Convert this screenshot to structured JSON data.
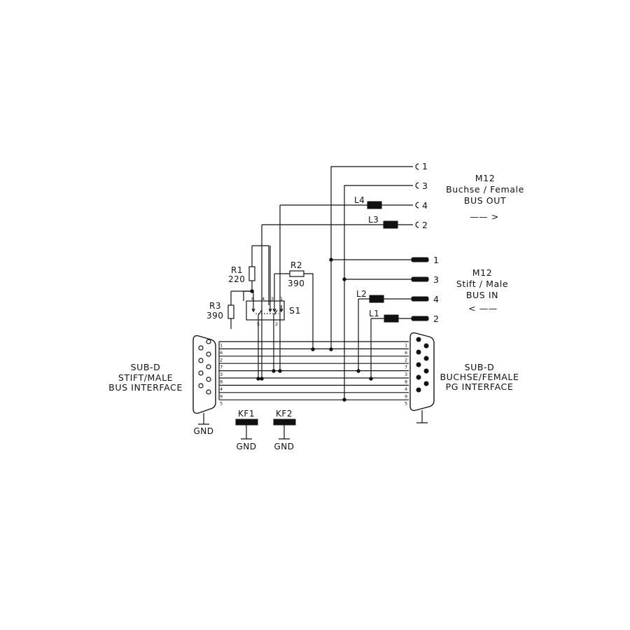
{
  "colors": {
    "ink": "#111111",
    "paper": "#ffffff"
  },
  "m12_out": {
    "title": "M12",
    "subtitle": "Buchse / Female",
    "caption": "BUS OUT",
    "arrow": "—— >",
    "pins": [
      "1",
      "3",
      "4",
      "2"
    ]
  },
  "m12_in": {
    "title": "M12",
    "subtitle": "Stift / Male",
    "caption": "BUS IN",
    "arrow": "< ——",
    "pins": [
      "1",
      "3",
      "4",
      "2"
    ]
  },
  "inductors": {
    "l1": "L1",
    "l2": "L2",
    "l3": "L3",
    "l4": "L4"
  },
  "resistors": {
    "r1": {
      "name": "R1",
      "value": "220"
    },
    "r2": {
      "name": "R2",
      "value": "390"
    },
    "r3": {
      "name": "R3",
      "value": "390"
    }
  },
  "switch": {
    "name": "S1",
    "top_pins": [
      "6",
      "4",
      "3",
      "1"
    ],
    "bottom_pins": [
      "5",
      "2"
    ]
  },
  "subd_left": {
    "line1": "SUB-D",
    "line2": "STIFT/MALE",
    "line3": "BUS INTERFACE",
    "gnd": "GND"
  },
  "subd_right": {
    "line1": "SUB-D",
    "line2": "BUCHSE/FEMALE",
    "line3": "PG INTERFACE"
  },
  "bus_pins": [
    "1",
    "6",
    "2",
    "7",
    "3",
    "8",
    "4",
    "9",
    "5"
  ],
  "ferrites": {
    "kf1": "KF1",
    "kf2": "KF2",
    "gnd": "GND"
  }
}
